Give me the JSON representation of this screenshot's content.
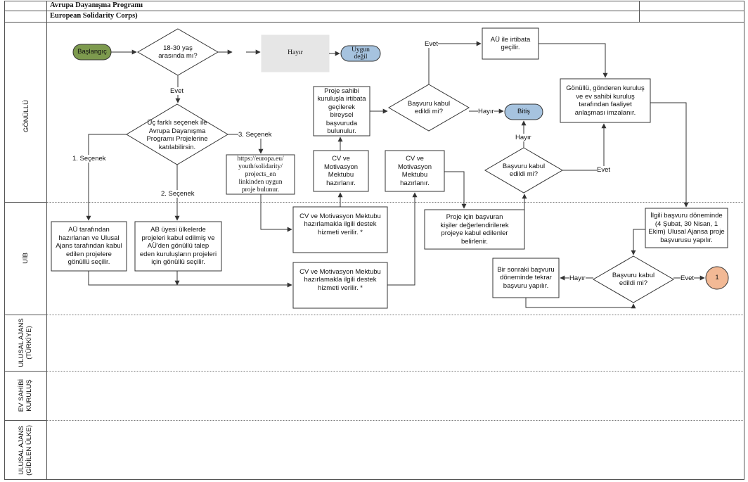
{
  "header": {
    "title_tr": "Avrupa Dayanışma Programı",
    "title_en": "European Solidarity Corps)"
  },
  "lanes": {
    "gonullu": "GÖNÜLLÜ",
    "uib": "UİB",
    "ulusal_ajans_tr": "ULUSAL AJANS\n(TÜRKİYE)",
    "ev_sahibi": "EV SAHİBİ\nKURULUŞ",
    "ulusal_ajans_gidilen": "ULUSAL AJANS\n(GİDİLEN ÜLKE)"
  },
  "nodes": {
    "start": "Başlangıç",
    "age_decision": "18-30 yaş\narasında mı?",
    "no_box": "Hayır",
    "not_eligible": "Uygun\ndeğil",
    "options_decision": "Üç farklı seçenek ile\nAvrupa Dayanışma\nProgramı Projelerine\nkatılabilirsin.",
    "url_box": "https://europa.eu/\nyouth/solidarity/\nprojects_en\nlinkinden uygun\nproje bulunur.",
    "contact_host": "Proje sahibi\nkuruluşla irtibata\ngeçilerek bireysel\nbaşvuruda\nbulunulur.",
    "cv1": "CV ve\nMotivasyon\nMektubu\nhazırlanır.",
    "cv2": "CV ve\nMotivasyon\nMektubu\nhazırlanır.",
    "decision_accept1": "Başvuru kabul\nedildi mi?",
    "end": "Bitiş",
    "decision_accept2": "Başvuru kabul\nedildi mi?",
    "contact_au": "AÜ ile irtibata\ngeçilir.",
    "agreement": "Gönüllü, gönderen kuruluş\nve ev sahibi kuruluş\ntarafından faaliyet\nanlaşması imzalanır.",
    "au_projects": "AÜ tarafından\nhazırlanan ve Ulusal\nAjans tarafından kabul\nedilen projelere\ngönüllü seçilir.",
    "ab_projects": "AB üyesi ülkelerde\nprojeleri kabul edilmiş ve\nAÜ'den gönüllü talep\neden kuruluşların projeleri\niçin gönüllü seçilir.",
    "cv_support1": "CV ve Motivasyon Mektubu\nhazırlamakla ilgili  destek\nhizmeti verilir. *",
    "cv_support2": "CV ve Motivasyon Mektubu\nhazırlamakla ilgili  destek\nhizmeti verilir. *",
    "evaluate": "Proje için başvuran\nkişiler değerlendirilerek\nprojeye kabul edilenler\nbelirlenir.",
    "na_apply": "İlgili başvuru döneminde\n(4 Şubat, 30 Nisan, 1\nEkim) Ulusal Ajansa proje\nbaşvurusu yapılır.",
    "decision_accept3": "Başvuru kabul\nedildi mi?",
    "next_period": "Bir sonraki başvuru\ndöneminde tekrar\nbaşvuru yapılır.",
    "connector": "1"
  },
  "edge_labels": {
    "yes_age": "Evet",
    "option1": "1. Seçenek",
    "option2": "2. Seçenek",
    "option3": "3. Seçenek",
    "no1": "Hayır",
    "yes1": "Evet",
    "no2": "Hayır",
    "yes2": "Evet",
    "no3": "Hayır",
    "yes3": "Evet"
  },
  "colors": {
    "start_fill": "#7d9a4e",
    "terminal_fill": "#a6c3df",
    "connector_fill": "#f2b995",
    "no_box_fill": "#e6e6e6",
    "line": "#333333"
  }
}
